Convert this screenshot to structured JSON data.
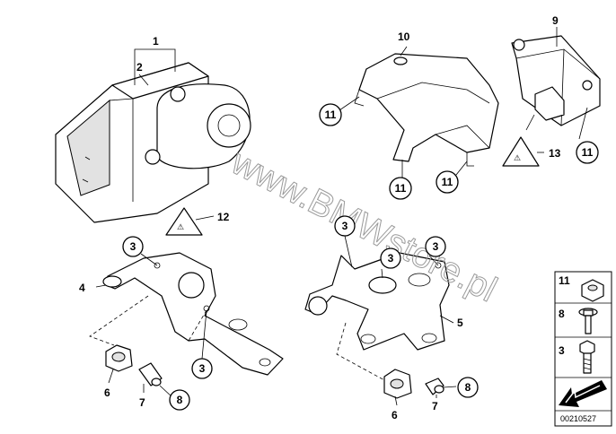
{
  "callouts": {
    "c1": "1",
    "c2": "2",
    "c3a": "3",
    "c3b": "3",
    "c3c": "3",
    "c3d": "3",
    "c3e": "3",
    "c4": "4",
    "c5": "5",
    "c6a": "6",
    "c6b": "6",
    "c7a": "7",
    "c7b": "7",
    "c8a": "8",
    "c8b": "8",
    "c9": "9",
    "c10": "10",
    "c11a": "11",
    "c11b": "11",
    "c11c": "11",
    "c11d": "11",
    "c12": "12",
    "c13": "13"
  },
  "legend": {
    "nut": "11",
    "screw_washer": "8",
    "bolt": "3"
  },
  "watermark": "www.BMWstore.pl",
  "diagram_id": "00210527"
}
